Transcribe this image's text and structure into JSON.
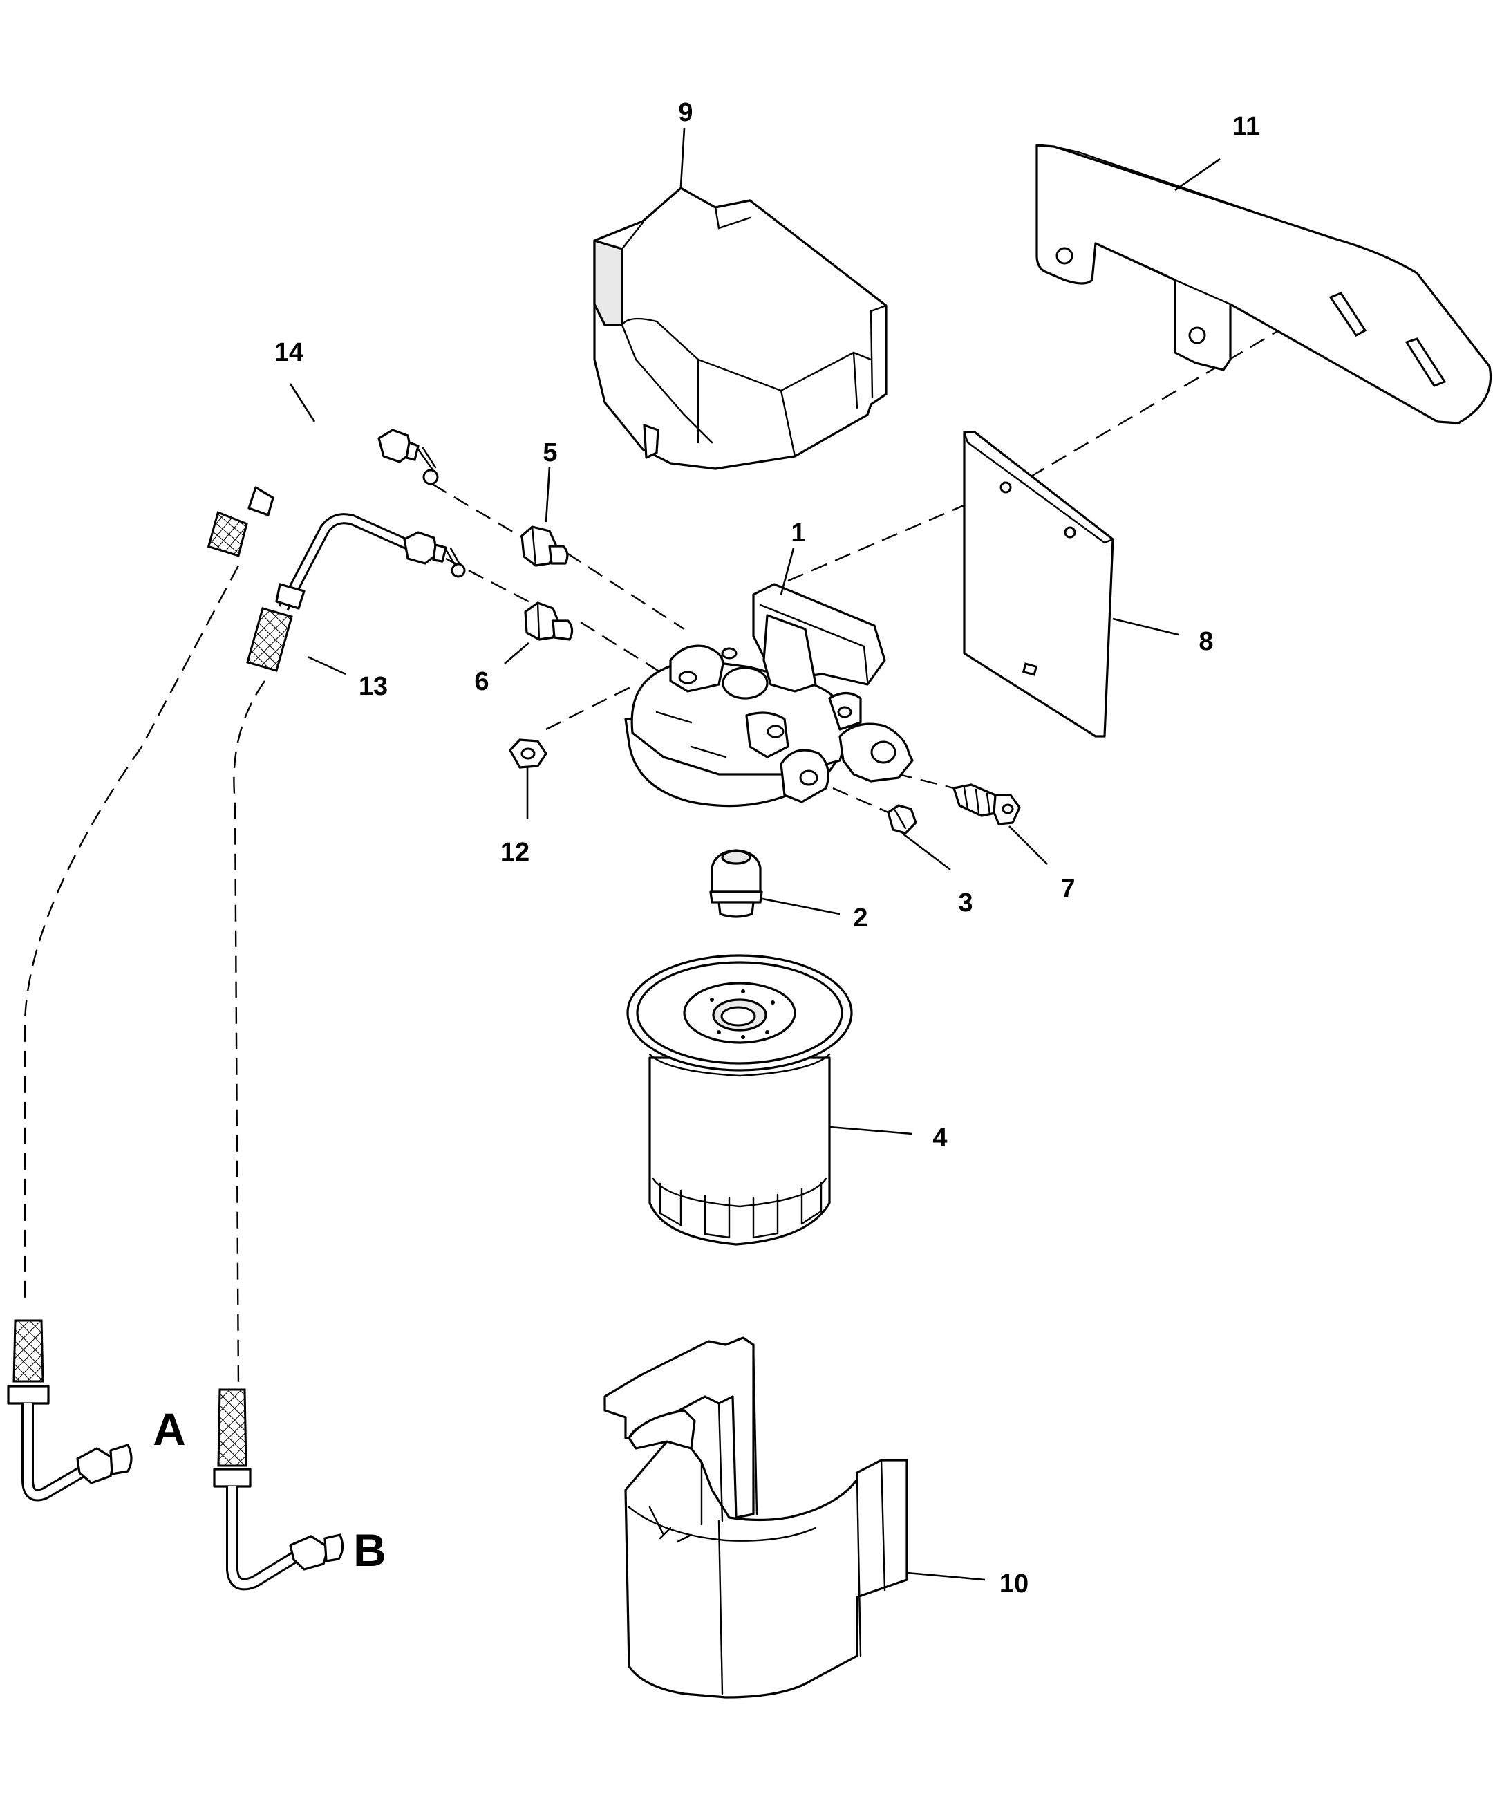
{
  "callouts": {
    "c1": "1",
    "c2": "2",
    "c3": "3",
    "c4": "4",
    "c5": "5",
    "c6": "6",
    "c7": "7",
    "c8": "8",
    "c9": "9",
    "c10": "10",
    "c11": "11",
    "c12": "12",
    "c13": "13",
    "c14": "14"
  },
  "connections": {
    "a": "A",
    "b": "B"
  }
}
